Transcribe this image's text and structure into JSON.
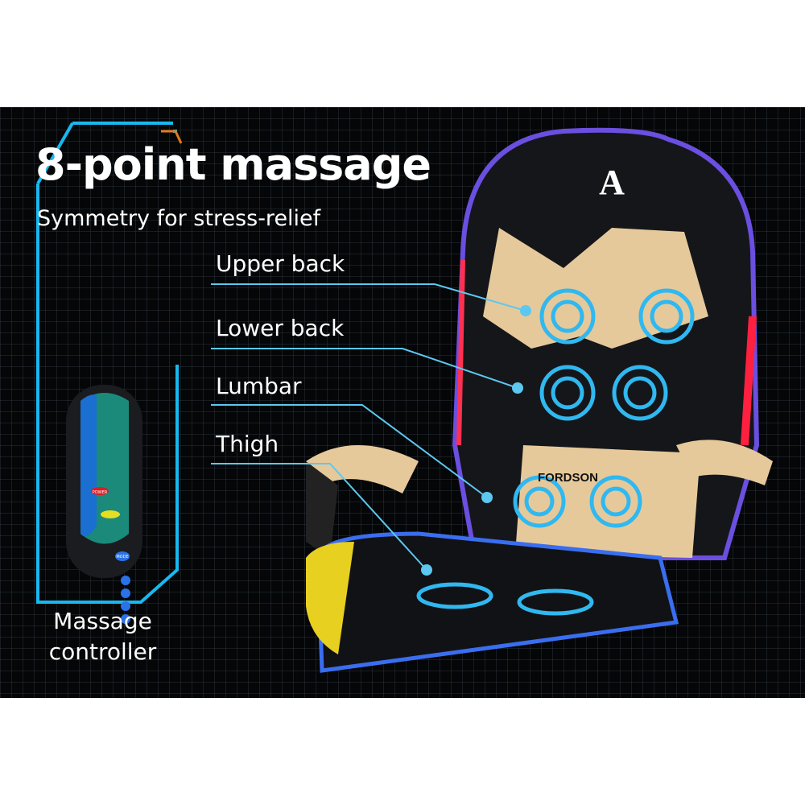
{
  "heading": {
    "title": "8-point massage",
    "subtitle": "Symmetry for stress-relief"
  },
  "labels": [
    {
      "text": "Upper back"
    },
    {
      "text": "Lower back"
    },
    {
      "text": "Lumbar"
    },
    {
      "text": "Thigh"
    }
  ],
  "controller": {
    "caption_line1": "Massage",
    "caption_line2": "controller",
    "power": "POWER",
    "mode": "MODE"
  },
  "brand": {
    "logo_letter": "A",
    "cushion_brand": "FORDSON"
  },
  "colors": {
    "accent": "#18b8f0",
    "leader": "#5cc8f0",
    "cushion": "#e6c99a",
    "band": "#050608"
  }
}
